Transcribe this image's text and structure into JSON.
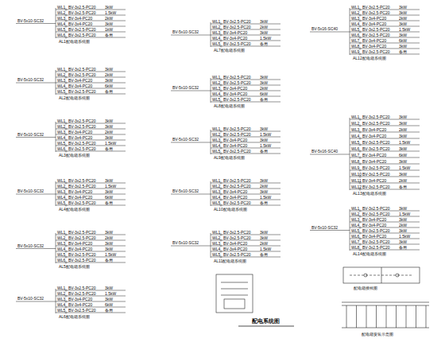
{
  "diagram": {
    "title": "配电系统图",
    "labels": [
      "AL1配电箱系统图",
      "BV-5x10-SC32",
      "WL1",
      "BV-3x2.5-PC20",
      "3kW",
      "WL2",
      "BV-3x2.5-PC20",
      "1.5kW",
      "WL3",
      "BV-3x4-PC20",
      "2kW",
      "WL4",
      "BV-3x4-PC20",
      "3kW",
      "WL5",
      "BV-3x2.5-PC20",
      "1kW",
      "WL6",
      "BV-3x2.5-PC20",
      "备用",
      "AL2配电箱系统图",
      "BV-5x10-SC32",
      "WL1",
      "BV-3x2.5-PC20",
      "3kW",
      "WL2",
      "BV-3x2.5-PC20",
      "2kW",
      "WL3",
      "BV-3x4-PC20",
      "3kW",
      "WL4",
      "BV-3x4-PC20",
      "6kW",
      "WL5",
      "BV-3x2.5-PC20",
      "备用",
      "AL3配电箱系统图",
      "BV-5x10-SC32",
      "WL1",
      "BV-3x2.5-PC20",
      "3kW",
      "WL2",
      "BV-3x2.5-PC20",
      "3kW",
      "WL3",
      "BV-3x4-PC20",
      "2kW",
      "WL4",
      "BV-3x4-PC20",
      "3kW",
      "WL5",
      "BV-3x2.5-PC20",
      "1.5kW",
      "WL6",
      "BV-3x2.5-PC20",
      "备用",
      "AL4配电箱系统图",
      "BV-5x10-SC32",
      "WL1",
      "BV-3x2.5-PC20",
      "3kW",
      "WL2",
      "BV-3x2.5-PC20",
      "1.5kW",
      "WL3",
      "BV-3x4-PC20",
      "3kW",
      "WL4",
      "BV-3x4-PC20",
      "6kW",
      "WL5",
      "BV-3x2.5-PC20",
      "备用",
      "AL5配电箱系统图",
      "BV-5x10-SC32",
      "WL1",
      "BV-3x2.5-PC20",
      "3kW",
      "WL2",
      "BV-3x2.5-PC20",
      "2kW",
      "WL3",
      "BV-3x4-PC20",
      "3kW",
      "WL4",
      "BV-3x4-PC20",
      "3kW",
      "WL5",
      "BV-3x2.5-PC20",
      "1.5kW",
      "WL6",
      "BV-3x2.5-PC20",
      "备用",
      "AL6配电箱系统图",
      "BV-5x10-SC32",
      "WL1",
      "BV-3x2.5-PC20",
      "3kW",
      "WL2",
      "BV-3x2.5-PC20",
      "1.5kW",
      "WL3",
      "BV-3x4-PC20",
      "3kW",
      "WL4",
      "BV-3x4-PC20",
      "6kW",
      "WL5",
      "BV-3x2.5-PC20",
      "备用",
      "AL7配电箱系统图",
      "BV-5x10-SC32",
      "WL1",
      "BV-3x2.5-PC20",
      "3kW",
      "WL2",
      "BV-3x2.5-PC20",
      "2kW",
      "WL3",
      "BV-3x4-PC20",
      "3kW",
      "WL4",
      "BV-3x4-PC20",
      "1.5kW",
      "WL5",
      "BV-3x2.5-PC20",
      "备用",
      "AL8配电箱系统图",
      "BV-5x10-SC32",
      "WL1",
      "BV-3x2.5-PC20",
      "3kW",
      "WL2",
      "BV-3x2.5-PC20",
      "3kW",
      "WL3",
      "BV-3x4-PC20",
      "2kW",
      "WL4",
      "BV-3x4-PC20",
      "6kW",
      "WL5",
      "BV-3x2.5-PC20",
      "备用",
      "AL9配电箱系统图",
      "BV-5x10-SC32",
      "WL1",
      "BV-3x2.5-PC20",
      "3kW",
      "WL2",
      "BV-3x2.5-PC20",
      "1.5kW",
      "WL3",
      "BV-3x4-PC20",
      "3kW",
      "WL4",
      "BV-3x4-PC20",
      "1.5kW",
      "WL5",
      "BV-3x2.5-PC20",
      "备用",
      "AL10配电箱系统图",
      "BV-5x10-SC32",
      "WL1",
      "BV-3x2.5-PC20",
      "3kW",
      "WL2",
      "BV-3x2.5-PC20",
      "2kW",
      "WL3",
      "BV-3x4-PC20",
      "3kW",
      "WL4",
      "BV-3x4-PC20",
      "1.5kW",
      "WL5",
      "BV-3x2.5-PC20",
      "备用",
      "AL11配电箱系统图",
      "BV-5x10-SC32",
      "WL1",
      "BV-3x2.5-PC20",
      "3kW",
      "WL2",
      "BV-3x2.5-PC20",
      "3kW",
      "WL3",
      "BV-3x4-PC20",
      "2kW",
      "WL4",
      "BV-3x4-PC20",
      "1.5kW",
      "WL5",
      "BV-3x2.5-PC20",
      "备用",
      "AL12配电箱系统图",
      "BV-5x16-SC40",
      "WL1",
      "BV-3x2.5-PC20",
      "3kW",
      "WL2",
      "BV-3x2.5-PC20",
      "3kW",
      "WL3",
      "BV-3x4-PC20",
      "2kW",
      "WL4",
      "BV-3x4-PC20",
      "3kW",
      "WL5",
      "BV-3x2.5-PC20",
      "1.5kW",
      "WL6",
      "BV-3x2.5-PC20",
      "3kW",
      "WL7",
      "BV-3x4-PC20",
      "6kW",
      "WL8",
      "BV-3x4-PC20",
      "3kW",
      "WL9",
      "BV-3x2.5-PC20",
      "备用",
      "AL13配电箱系统图",
      "BV-5x16-SC40",
      "WL1",
      "BV-3x2.5-PC20",
      "3kW",
      "WL2",
      "BV-3x2.5-PC20",
      "3kW",
      "WL3",
      "BV-3x4-PC20",
      "2kW",
      "WL4",
      "BV-3x4-PC20",
      "3kW",
      "WL5",
      "BV-3x2.5-PC20",
      "1.5kW",
      "WL6",
      "BV-3x2.5-PC20",
      "3kW",
      "WL7",
      "BV-3x4-PC20",
      "6kW",
      "WL8",
      "BV-3x4-PC20",
      "3kW",
      "WL9",
      "BV-3x2.5-PC20",
      "1.5kW",
      "WL10",
      "BV-3x2.5-PC20",
      "3kW",
      "WL11",
      "BV-3x4-PC20",
      "2kW",
      "WL12",
      "BV-3x2.5-PC20",
      "备用",
      "AL14配电箱系统图",
      "BV-5x10-SC32",
      "WL1",
      "BV-3x2.5-PC20",
      "3kW",
      "WL2",
      "BV-3x2.5-PC20",
      "1.5kW",
      "WL3",
      "BV-3x4-PC20",
      "3kW",
      "WL4",
      "BV-3x4-PC20",
      "2kW",
      "WL5",
      "BV-3x2.5-PC20",
      "3kW",
      "WL6",
      "BV-3x4-PC20",
      "1.5kW",
      "WL7",
      "BV-3x2.5-PC20",
      "3kW",
      "WL8",
      "BV-3x2.5-PC20",
      "备用",
      "配电箱接线图",
      "配电箱安装示意图"
    ]
  }
}
